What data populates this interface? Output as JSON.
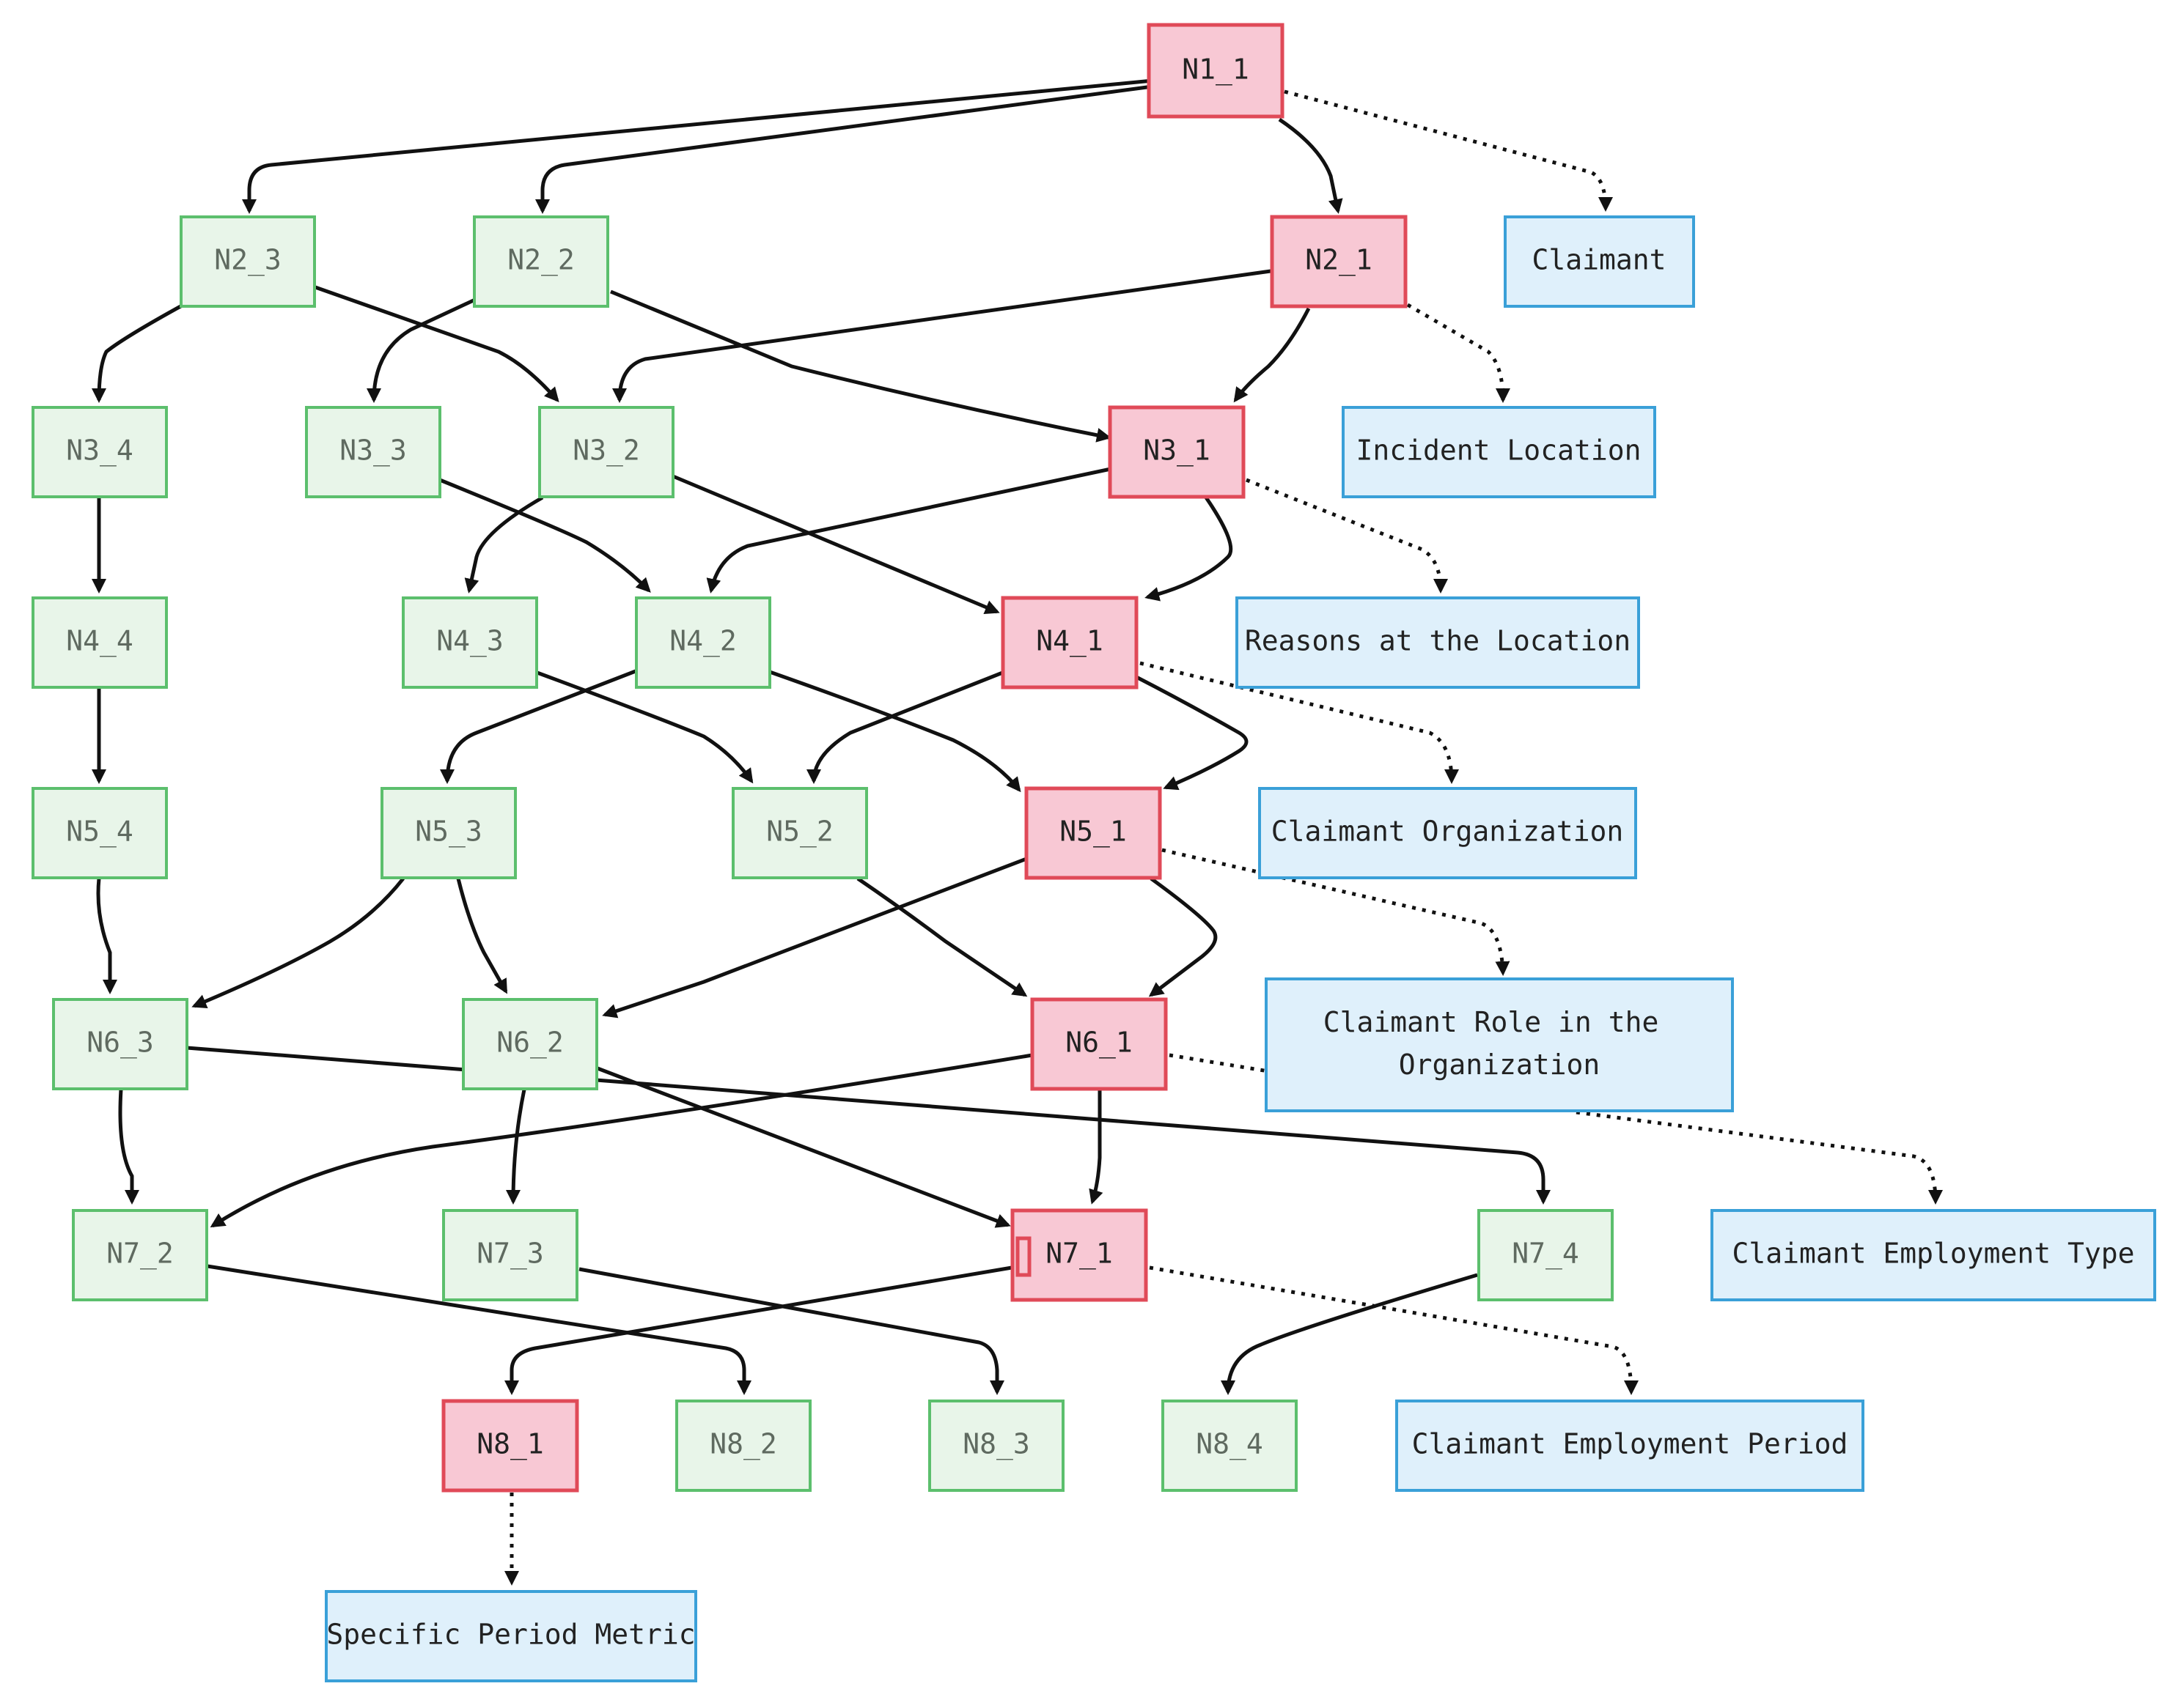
{
  "colors": {
    "green_fill": "#e8f5e9",
    "green_stroke": "#5cbf6d",
    "red_fill": "#f8c8d4",
    "red_stroke": "#e04a58",
    "blue_fill": "#dff0fb",
    "blue_stroke": "#3aa0d8",
    "marker": "#ffc107"
  },
  "nodes": {
    "N1_1": {
      "label": "N1_1",
      "kind": "red"
    },
    "N2_1": {
      "label": "N2_1",
      "kind": "red"
    },
    "N2_2": {
      "label": "N2_2",
      "kind": "green"
    },
    "N2_3": {
      "label": "N2_3",
      "kind": "green"
    },
    "N3_1": {
      "label": "N3_1",
      "kind": "red"
    },
    "N3_2": {
      "label": "N3_2",
      "kind": "green"
    },
    "N3_3": {
      "label": "N3_3",
      "kind": "green"
    },
    "N3_4": {
      "label": "N3_4",
      "kind": "green"
    },
    "N4_1": {
      "label": "N4_1",
      "kind": "red"
    },
    "N4_2": {
      "label": "N4_2",
      "kind": "green"
    },
    "N4_3": {
      "label": "N4_3",
      "kind": "green"
    },
    "N4_4": {
      "label": "N4_4",
      "kind": "green"
    },
    "N5_1": {
      "label": "N5_1",
      "kind": "red"
    },
    "N5_2": {
      "label": "N5_2",
      "kind": "green"
    },
    "N5_3": {
      "label": "N5_3",
      "kind": "green"
    },
    "N5_4": {
      "label": "N5_4",
      "kind": "green"
    },
    "N6_1": {
      "label": "N6_1",
      "kind": "red"
    },
    "N6_2": {
      "label": "N6_2",
      "kind": "green"
    },
    "N6_3": {
      "label": "N6_3",
      "kind": "green"
    },
    "N7_1": {
      "label": "N7_1",
      "kind": "red"
    },
    "N7_2": {
      "label": "N7_2",
      "kind": "green"
    },
    "N7_3": {
      "label": "N7_3",
      "kind": "green"
    },
    "N7_4": {
      "label": "N7_4",
      "kind": "green"
    },
    "N8_1": {
      "label": "N8_1",
      "kind": "red"
    },
    "N8_2": {
      "label": "N8_2",
      "kind": "green"
    },
    "N8_3": {
      "label": "N8_3",
      "kind": "green"
    },
    "N8_4": {
      "label": "N8_4",
      "kind": "green"
    },
    "L1": {
      "label": "Claimant",
      "kind": "blue"
    },
    "L2": {
      "label": "Incident Location",
      "kind": "blue"
    },
    "L3": {
      "label": "Reasons at the Location",
      "kind": "blue"
    },
    "L4": {
      "label": "Claimant Organization",
      "kind": "blue"
    },
    "L5": {
      "label": "Claimant Role in the Organization",
      "kind": "blue"
    },
    "L6": {
      "label": "Claimant Employment Type",
      "kind": "blue"
    },
    "L7": {
      "label": "Claimant Employment Period",
      "kind": "blue"
    },
    "L8": {
      "label": "Specific Period Metric",
      "kind": "blue"
    }
  }
}
